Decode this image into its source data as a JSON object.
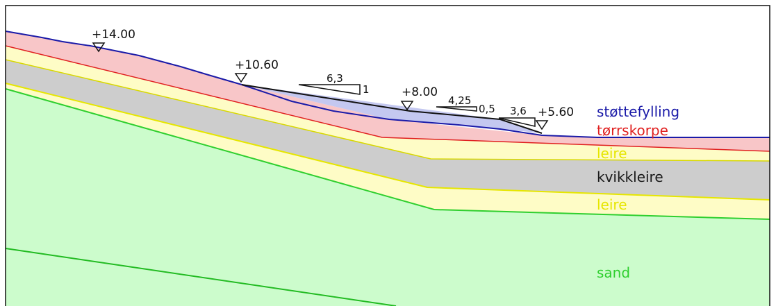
{
  "elevations": {
    "top": "+14.00",
    "upper_slope": "+10.60",
    "middle": "+8.00",
    "toe": "+5.60"
  },
  "slope_ratios": [
    {
      "horizontal": "6,3",
      "vertical": "1"
    },
    {
      "horizontal": "4,25",
      "vertical": "0,5"
    },
    {
      "horizontal": "3,6",
      "vertical": ""
    }
  ],
  "layers": {
    "stottefylling": {
      "name": "støttefylling",
      "color": "#1a1aa8",
      "fill": "#c4c8f0"
    },
    "torrskorpe": {
      "name": "tørrskorpe",
      "color": "#e02020",
      "fill": "#f8c6c8"
    },
    "leire_upper": {
      "name": "leire",
      "color": "#e6e600",
      "fill": "#fefcc6"
    },
    "kvikkleire": {
      "name": "kvikkleire",
      "color": "#1a1a1a",
      "fill": "#cdcdcd"
    },
    "leire_lower": {
      "name": "leire",
      "color": "#e6e600",
      "fill": "#fefcc6"
    },
    "sand": {
      "name": "sand",
      "color": "#2fcf2f",
      "fill": "#ccfccc"
    }
  }
}
